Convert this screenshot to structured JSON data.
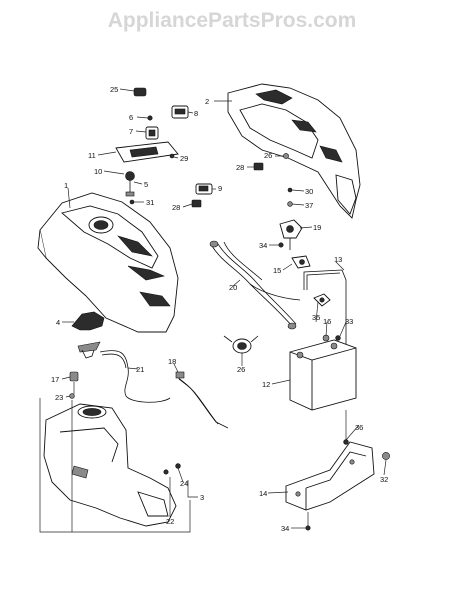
{
  "watermark": "AppliancePartsPros.com",
  "callouts": [
    {
      "key": "c25",
      "text": "25"
    },
    {
      "key": "c2",
      "text": "2"
    },
    {
      "key": "c6",
      "text": "6"
    },
    {
      "key": "c8",
      "text": "8"
    },
    {
      "key": "c7",
      "text": "7"
    },
    {
      "key": "c11",
      "text": "11"
    },
    {
      "key": "c29",
      "text": "29"
    },
    {
      "key": "c26a",
      "text": "26"
    },
    {
      "key": "c28a",
      "text": "28"
    },
    {
      "key": "c10",
      "text": "10"
    },
    {
      "key": "c5",
      "text": "5"
    },
    {
      "key": "c31",
      "text": "31"
    },
    {
      "key": "c1",
      "text": "1"
    },
    {
      "key": "c9",
      "text": "9"
    },
    {
      "key": "c28b",
      "text": "28"
    },
    {
      "key": "c30",
      "text": "30"
    },
    {
      "key": "c37",
      "text": "37"
    },
    {
      "key": "c19",
      "text": "19"
    },
    {
      "key": "c34a",
      "text": "34"
    },
    {
      "key": "c13",
      "text": "13"
    },
    {
      "key": "c15",
      "text": "15"
    },
    {
      "key": "c20",
      "text": "20"
    },
    {
      "key": "c4",
      "text": "4"
    },
    {
      "key": "c35",
      "text": "35"
    },
    {
      "key": "c16",
      "text": "16"
    },
    {
      "key": "c33",
      "text": "33"
    },
    {
      "key": "c26b",
      "text": "26"
    },
    {
      "key": "c21",
      "text": "21"
    },
    {
      "key": "c18",
      "text": "18"
    },
    {
      "key": "c12",
      "text": "12"
    },
    {
      "key": "c17",
      "text": "17"
    },
    {
      "key": "c23",
      "text": "23"
    },
    {
      "key": "c36",
      "text": "36"
    },
    {
      "key": "c32",
      "text": "32"
    },
    {
      "key": "c24",
      "text": "24"
    },
    {
      "key": "c3",
      "text": "3"
    },
    {
      "key": "c14",
      "text": "14"
    },
    {
      "key": "c22",
      "text": "22"
    },
    {
      "key": "c34b",
      "text": "34"
    }
  ]
}
